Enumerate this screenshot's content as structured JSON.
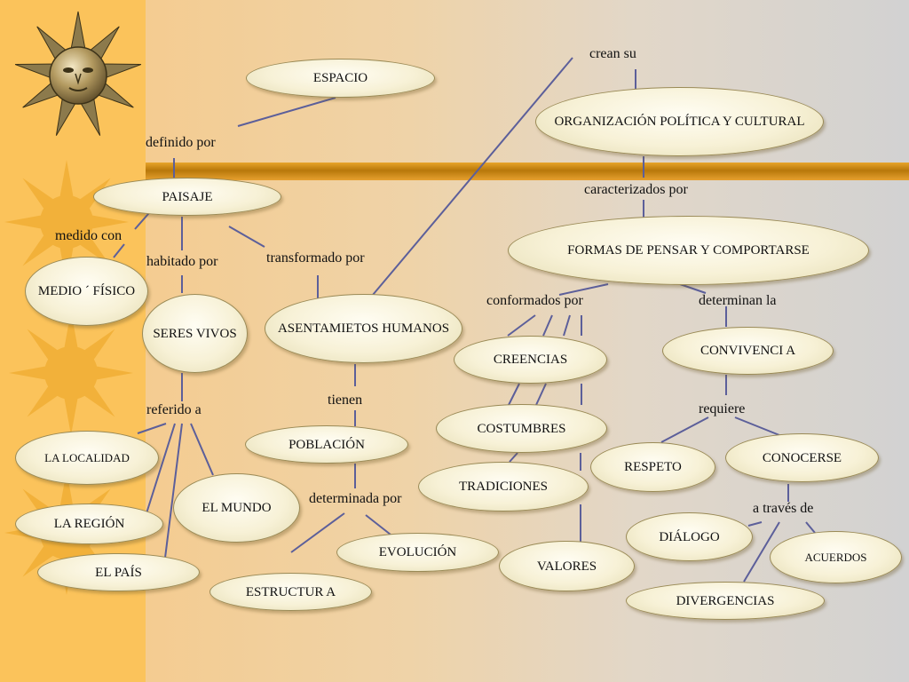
{
  "nodes": {
    "espacio": "ESPACIO",
    "paisaje": "PAISAJE",
    "medio_fisico": "MEDIO ´ FÍSICO",
    "seres_vivos": "SERES VIVOS",
    "asentamientos": "ASENTAMIETOS HUMANOS",
    "organizacion": "ORGANIZACIÓN POLÍTICA Y CULTURAL",
    "formas": "FORMAS DE PENSAR Y COMPORTARSE",
    "creencias": "CREENCIAS",
    "costumbres": "COSTUMBRES",
    "tradiciones": "TRADICIONES",
    "valores": "VALORES",
    "convivencia": "CONVIVENCI A",
    "respeto": "RESPETO",
    "conocerse": "CONOCERSE",
    "dialogo": "DIÁLOGO",
    "acuerdos": "ACUERDOS",
    "divergencias": "DIVERGENCIAS",
    "poblacion": "POBLACIÓN",
    "evolucion": "EVOLUCIÓN",
    "estructura": "ESTRUCTUR A",
    "localidad": "LA LOCALIDAD",
    "region": "LA REGIÓN",
    "pais": "EL PAÍS",
    "mundo": "EL MUNDO"
  },
  "links": {
    "definido_por": "definido por",
    "medido_con": "medido con",
    "habitado_por": "habitado por",
    "transformado_por": "transformado por",
    "crean_su": "crean su",
    "caracterizados_por": "caracterizados por",
    "conformados_por": "conformados por",
    "determinan_la": "determinan la",
    "requiere": "requiere",
    "a_traves_de": "a través de",
    "tienen": "tienen",
    "determinada_por": "determinada por",
    "referido_a": "referido a"
  },
  "colors": {
    "connector": "#5c5f9a",
    "node_border": "#9a8a56",
    "node_fill": "#f7f1d6",
    "left_strip": "#fbc35b",
    "bar": "#c98a0c"
  },
  "decor": {
    "icons": [
      "sun-face-icon",
      "sun-icon"
    ]
  }
}
